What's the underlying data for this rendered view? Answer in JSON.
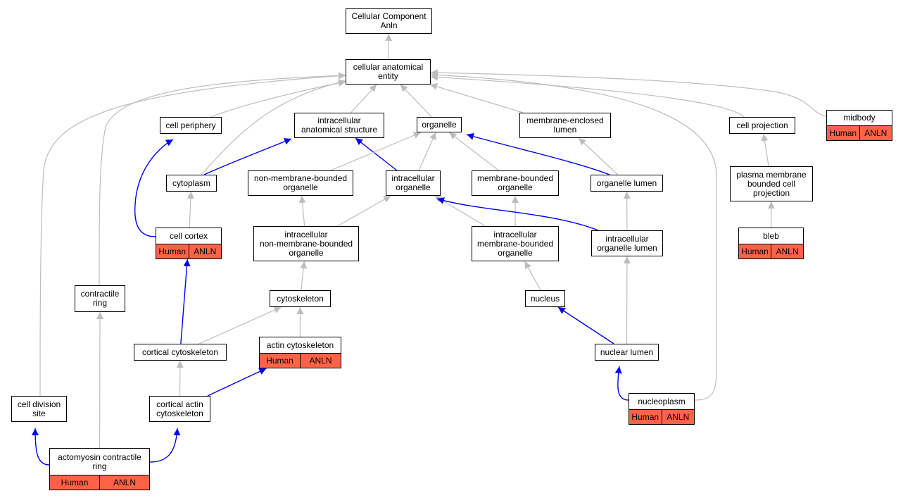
{
  "colors": {
    "is_a_edge": "#bdbdbd",
    "part_of_edge": "#0000ee",
    "annotation_fill": "#ff6347",
    "node_border": "#000000"
  },
  "nodes": [
    {
      "id": "root",
      "label": "Cellular Component\nAnln"
    },
    {
      "id": "cae",
      "label": "cellular anatomical\nentity"
    },
    {
      "id": "cell_periphery",
      "label": "cell periphery"
    },
    {
      "id": "ias",
      "label": "intracellular\nanatomical structure"
    },
    {
      "id": "organelle",
      "label": "organelle"
    },
    {
      "id": "mel",
      "label": "membrane-enclosed\nlumen"
    },
    {
      "id": "cell_projection",
      "label": "cell projection"
    },
    {
      "id": "midbody",
      "label": "midbody",
      "annotation": {
        "organism": "Human",
        "gene": "ANLN"
      }
    },
    {
      "id": "cytoplasm",
      "label": "cytoplasm"
    },
    {
      "id": "nmbo",
      "label": "non-membrane-bounded\norganelle"
    },
    {
      "id": "io",
      "label": "intracellular\norganelle"
    },
    {
      "id": "mbo",
      "label": "membrane-bounded\norganelle"
    },
    {
      "id": "ol",
      "label": "organelle lumen"
    },
    {
      "id": "pmbcp",
      "label": "plasma membrane\nbounded cell\nprojection"
    },
    {
      "id": "cell_cortex",
      "label": "cell cortex",
      "annotation": {
        "organism": "Human",
        "gene": "ANLN"
      }
    },
    {
      "id": "inmbo",
      "label": "intracellular\nnon-membrane-bounded\norganelle"
    },
    {
      "id": "imbo",
      "label": "intracellular\nmembrane-bounded\norganelle"
    },
    {
      "id": "iol",
      "label": "intracellular\norganelle lumen"
    },
    {
      "id": "bleb",
      "label": "bleb",
      "annotation": {
        "organism": "Human",
        "gene": "ANLN"
      }
    },
    {
      "id": "contractile_ring",
      "label": "contractile\nring"
    },
    {
      "id": "cytoskeleton",
      "label": "cytoskeleton"
    },
    {
      "id": "nucleus",
      "label": "nucleus"
    },
    {
      "id": "cortical_cytoskeleton",
      "label": "cortical cytoskeleton"
    },
    {
      "id": "actin_cytoskeleton",
      "label": "actin cytoskeleton",
      "annotation": {
        "organism": "Human",
        "gene": "ANLN"
      }
    },
    {
      "id": "nuclear_lumen",
      "label": "nuclear lumen"
    },
    {
      "id": "cds",
      "label": "cell division\nsite"
    },
    {
      "id": "cac",
      "label": "cortical actin\ncytoskeleton"
    },
    {
      "id": "nucleoplasm",
      "label": "nucleoplasm",
      "annotation": {
        "organism": "Human",
        "gene": "ANLN"
      }
    },
    {
      "id": "acr",
      "label": "actomyosin contractile\nring",
      "annotation": {
        "organism": "Human",
        "gene": "ANLN"
      }
    }
  ],
  "edges": [
    {
      "from": "cae",
      "to": "root",
      "type": "is_a"
    },
    {
      "from": "cell_periphery",
      "to": "cae",
      "type": "is_a"
    },
    {
      "from": "ias",
      "to": "cae",
      "type": "is_a"
    },
    {
      "from": "organelle",
      "to": "cae",
      "type": "is_a"
    },
    {
      "from": "mel",
      "to": "cae",
      "type": "is_a"
    },
    {
      "from": "cell_projection",
      "to": "cae",
      "type": "is_a"
    },
    {
      "from": "midbody",
      "to": "cae",
      "type": "is_a"
    },
    {
      "from": "cytoplasm",
      "to": "cae",
      "type": "is_a"
    },
    {
      "from": "cds",
      "to": "cae",
      "type": "is_a"
    },
    {
      "from": "contractile_ring",
      "to": "cae",
      "type": "is_a"
    },
    {
      "from": "nucleoplasm",
      "to": "cae",
      "type": "is_a"
    },
    {
      "from": "cytoplasm",
      "to": "ias",
      "type": "part_of"
    },
    {
      "from": "io",
      "to": "ias",
      "type": "part_of"
    },
    {
      "from": "nmbo",
      "to": "organelle",
      "type": "is_a"
    },
    {
      "from": "io",
      "to": "organelle",
      "type": "is_a"
    },
    {
      "from": "mbo",
      "to": "organelle",
      "type": "is_a"
    },
    {
      "from": "ol",
      "to": "organelle",
      "type": "part_of"
    },
    {
      "from": "ol",
      "to": "mel",
      "type": "is_a"
    },
    {
      "from": "pmbcp",
      "to": "cell_projection",
      "type": "is_a"
    },
    {
      "from": "bleb",
      "to": "pmbcp",
      "type": "is_a"
    },
    {
      "from": "cell_cortex",
      "to": "cell_periphery",
      "type": "part_of"
    },
    {
      "from": "cell_cortex",
      "to": "cytoplasm",
      "type": "is_a"
    },
    {
      "from": "inmbo",
      "to": "nmbo",
      "type": "is_a"
    },
    {
      "from": "inmbo",
      "to": "io",
      "type": "is_a"
    },
    {
      "from": "imbo",
      "to": "io",
      "type": "is_a"
    },
    {
      "from": "imbo",
      "to": "mbo",
      "type": "is_a"
    },
    {
      "from": "iol",
      "to": "io",
      "type": "part_of"
    },
    {
      "from": "iol",
      "to": "ol",
      "type": "is_a"
    },
    {
      "from": "cytoskeleton",
      "to": "inmbo",
      "type": "is_a"
    },
    {
      "from": "nucleus",
      "to": "imbo",
      "type": "is_a"
    },
    {
      "from": "cortical_cytoskeleton",
      "to": "cell_cortex",
      "type": "part_of"
    },
    {
      "from": "cortical_cytoskeleton",
      "to": "cytoskeleton",
      "type": "is_a"
    },
    {
      "from": "actin_cytoskeleton",
      "to": "cytoskeleton",
      "type": "is_a"
    },
    {
      "from": "nuclear_lumen",
      "to": "nucleus",
      "type": "part_of"
    },
    {
      "from": "nuclear_lumen",
      "to": "iol",
      "type": "is_a"
    },
    {
      "from": "cac",
      "to": "cortical_cytoskeleton",
      "type": "is_a"
    },
    {
      "from": "cac",
      "to": "actin_cytoskeleton",
      "type": "part_of"
    },
    {
      "from": "nucleoplasm",
      "to": "nuclear_lumen",
      "type": "part_of"
    },
    {
      "from": "acr",
      "to": "cds",
      "type": "part_of"
    },
    {
      "from": "acr",
      "to": "contractile_ring",
      "type": "is_a"
    },
    {
      "from": "acr",
      "to": "cac",
      "type": "part_of"
    }
  ]
}
